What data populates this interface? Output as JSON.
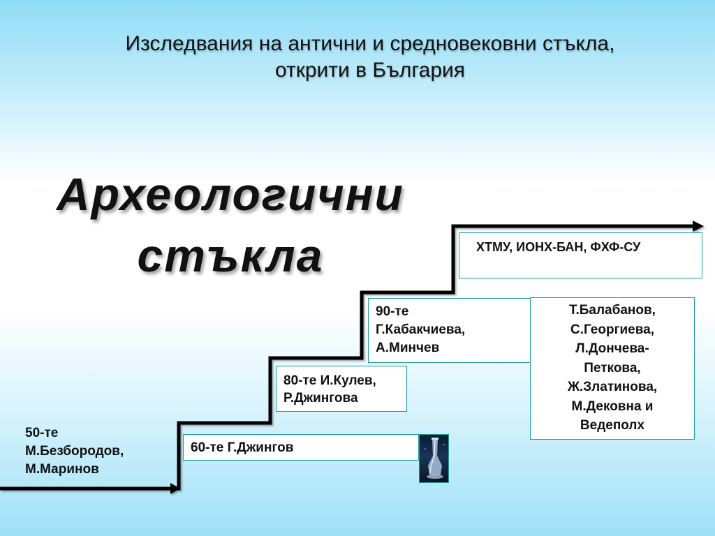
{
  "title": {
    "line1": "Изследвания на антични и средновековни стъкла,",
    "line2": "открити в България"
  },
  "heading": {
    "line1": "Археологични",
    "line2": "стъкла"
  },
  "steps": {
    "s50": {
      "lines": [
        "50-те",
        "М.Безбородов,",
        "М.Маринов"
      ]
    },
    "s60": {
      "text": "60-те Г.Джингов"
    },
    "s80": {
      "lines": [
        "80-те И.Кулев,",
        "Р.Джингова"
      ]
    },
    "s90": {
      "lines": [
        "90-те",
        "Г.Кабакчиева,",
        "А.Минчев"
      ]
    },
    "authors": {
      "lines": [
        "Т.Балабанов,",
        "С.Георгиева,",
        "Л.Дончева-",
        "Петкова,",
        "Ж.Златинова,",
        "М.Дековна и",
        "Ведеполх"
      ]
    },
    "top": {
      "text": "ХТМУ,  ИОНХ-БАН, ФХФ-СУ"
    }
  },
  "colors": {
    "box_border": "#1a9c9c",
    "stairs": "#000000"
  },
  "icons": {
    "glass_photo": "glass-vessel-photo"
  }
}
